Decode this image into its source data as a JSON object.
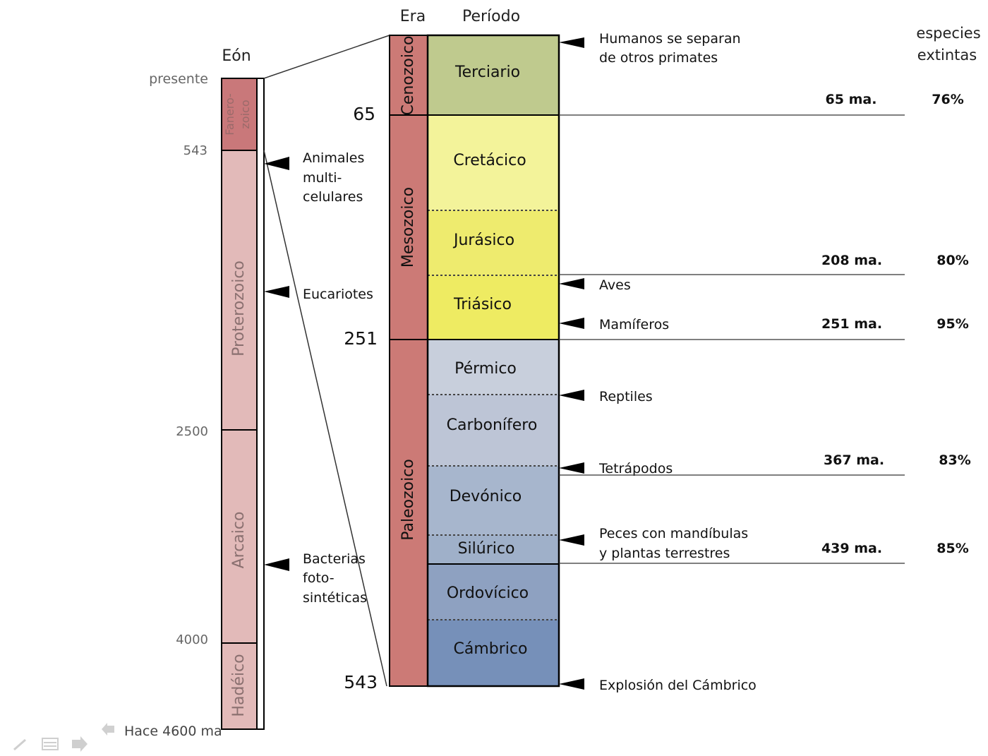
{
  "headers": {
    "eon": "Eón",
    "era": "Era",
    "periodo": "Período",
    "extinct_line1": "especies",
    "extinct_line2": "extintas"
  },
  "eon_ticks": {
    "presente": "presente",
    "t543": "543",
    "t2500": "2500",
    "t4000": "4000",
    "bottom": "Hace 4600 ma"
  },
  "eons": [
    {
      "line1": "Fanero-",
      "line2": "zoico"
    },
    {
      "name": "Proterozoico"
    },
    {
      "name": "Arcaico"
    },
    {
      "name": "Hadéico"
    }
  ],
  "era_ticks": {
    "t65": "65",
    "t251": "251",
    "t543": "543"
  },
  "eras": {
    "cenozoico": "Cenozoico",
    "mesozoico": "Mesozoico",
    "paleozoico": "Paleozoico"
  },
  "periods": [
    {
      "name": "Terciario",
      "color": "#bfca8e"
    },
    {
      "name": "Cretácico",
      "color": "#f3f39a"
    },
    {
      "name": "Jurásico",
      "color": "#eeeb6e"
    },
    {
      "name": "Triásico",
      "color": "#eeeb62"
    },
    {
      "name": "Pérmico",
      "color": "#c8cfdc"
    },
    {
      "name": "Carbonífero",
      "color": "#bdc5d6"
    },
    {
      "name": "Devónico",
      "color": "#a7b6cd"
    },
    {
      "name": "Silúrico",
      "color": "#9fb0c9"
    },
    {
      "name": "Ordovícico",
      "color": "#8ea1c1"
    },
    {
      "name": "Cámbrico",
      "color": "#7690b9"
    }
  ],
  "eon_events": {
    "animales_1": "Animales",
    "animales_2": "multi-",
    "animales_3": "celulares",
    "eucariotes": "Eucariotes",
    "bacterias_1": "Bacterias",
    "bacterias_2": "foto-",
    "bacterias_3": "sintéticas"
  },
  "period_events": {
    "humanos_1": "Humanos se separan",
    "humanos_2": "de otros primates",
    "aves": "Aves",
    "mamiferos": "Mamíferos",
    "reptiles": "Reptiles",
    "tetrapodos": "Tetrápodos",
    "peces_1": "Peces con mandíbulas",
    "peces_2": "y plantas terrestres",
    "cambrico": "Explosión del Cámbrico"
  },
  "extinctions": [
    {
      "age": "65 ma.",
      "pct": "76%"
    },
    {
      "age": "208 ma.",
      "pct": "80%"
    },
    {
      "age": "251 ma.",
      "pct": "95%"
    },
    {
      "age": "367 ma.",
      "pct": "83%"
    },
    {
      "age": "439 ma.",
      "pct": "85%"
    }
  ],
  "colors": {
    "eon_fanero": "#c9787a",
    "eon_light": "#e2bab9",
    "era": "#cc7a76"
  }
}
